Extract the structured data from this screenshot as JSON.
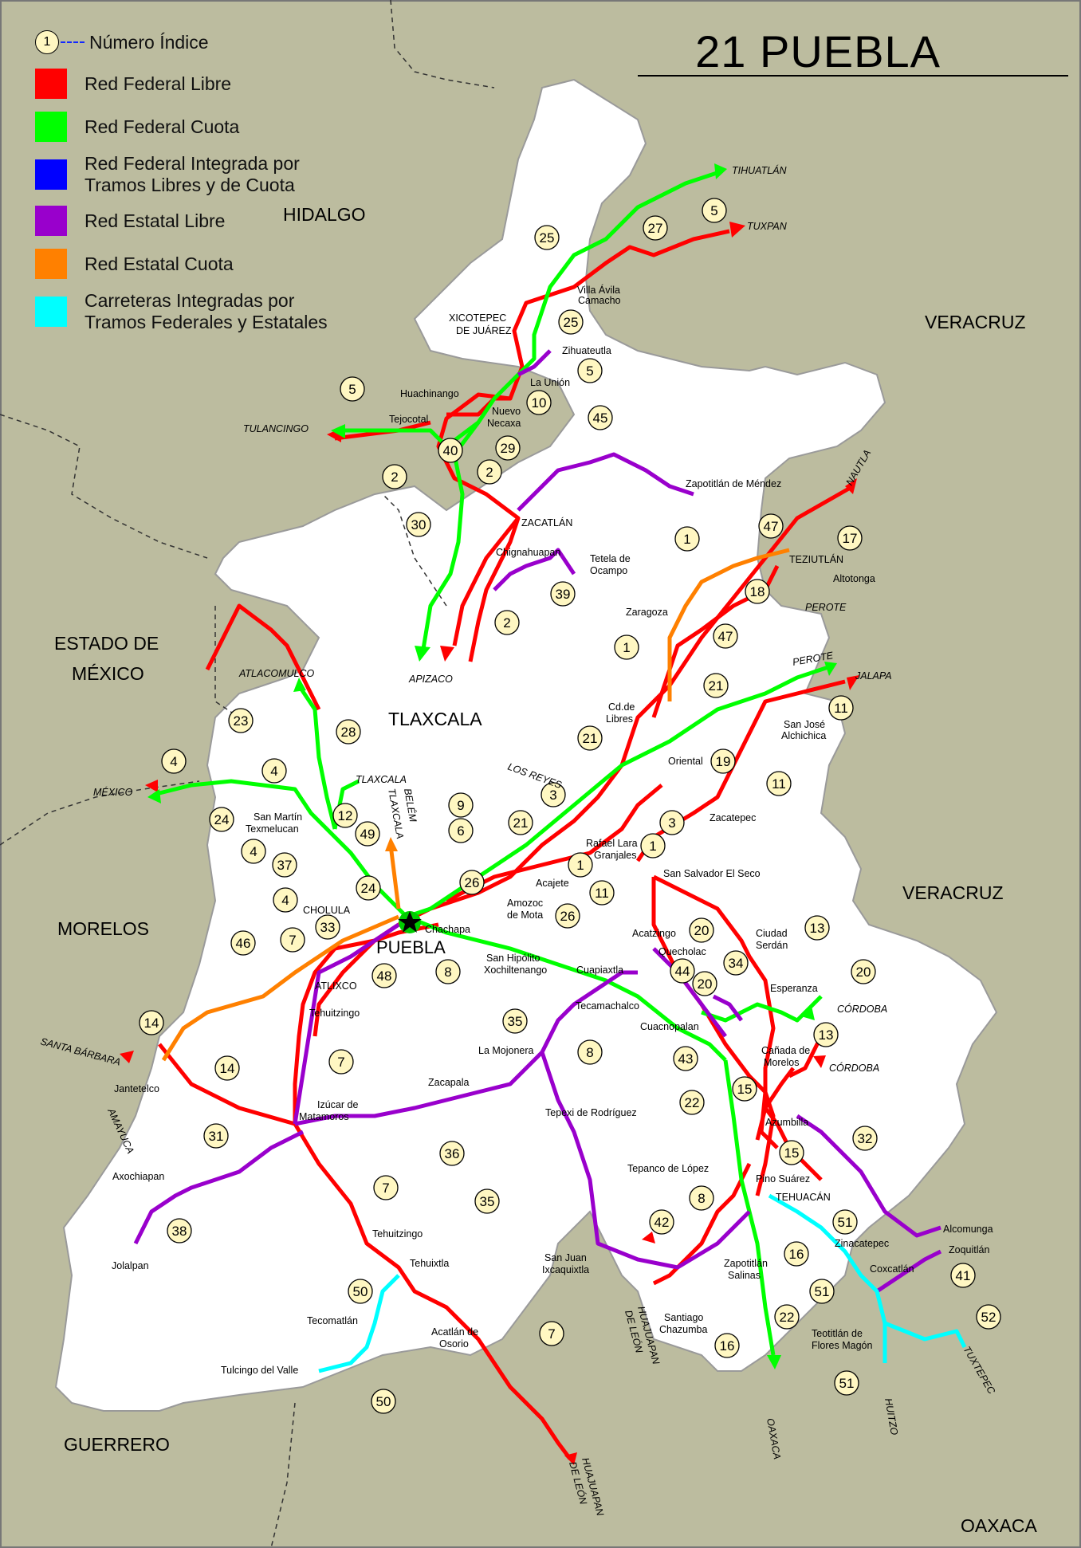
{
  "title": "21 PUEBLA",
  "legend": {
    "index_label": "Número Índice",
    "index_sample": "1",
    "items": [
      {
        "label": "Red Federal Libre",
        "color": "#ff0000"
      },
      {
        "label": "Red Federal Cuota",
        "color": "#00ff00"
      },
      {
        "label": "Red Federal Integrada por Tramos Libres y de Cuota",
        "color": "#0000ff"
      },
      {
        "label": "Red Estatal Libre",
        "color": "#9900cc"
      },
      {
        "label": "Red Estatal Cuota",
        "color": "#ff8000"
      },
      {
        "label": "Carreteras Integradas por Tramos Federales y Estatales",
        "color": "#00ffff"
      }
    ]
  },
  "neighbors": [
    "HIDALGO",
    "VERACRUZ",
    "VERACRUZ",
    "ESTADO DE MÉXICO",
    "TLAXCALA",
    "MORELOS",
    "GUERRERO",
    "OAXACA"
  ],
  "capital": "PUEBLA",
  "cities": [
    "XICOTEPEC DE JUÁREZ",
    "Villa Ávila Camacho",
    "Zihuateutla",
    "La Unión",
    "Huachinango",
    "Nuevo Necaxa",
    "Tejocotal",
    "ZACATLÁN",
    "Chignahuapan",
    "Tetela de Ocampo",
    "Zapotitlán de Méndez",
    "TEZIUTLÁN",
    "Altotonga",
    "Zaragoza",
    "Cd.de Libres",
    "San José Alchichica",
    "Oriental",
    "Zacatepec",
    "Rafael Lara Granjales",
    "Acajete",
    "San Salvador El Seco",
    "San Martín Texmelucan",
    "CHOLULA",
    "Chachapa",
    "Amozoc de Mota",
    "Acatzingo",
    "Ciudad Serdán",
    "San Hipólito Xochiltenango",
    "Cuapiaxtla",
    "Quecholac",
    "Tecamachalco",
    "Esperanza",
    "Cuacnopalan",
    "Cañada de Morelos",
    "ATLIXCO",
    "Tehuitzingo",
    "La Mojonera",
    "Zacapala",
    "Jantetelco",
    "Izúcar de Matamoros",
    "Tepexi de Rodríguez",
    "Azumbilla",
    "Axochiapan",
    "Jolalpan",
    "Tepanco de López",
    "Pino Suárez",
    "TEHUACÁN",
    "Alcomunga",
    "Zinacatepec",
    "Zoquitlán",
    "Coxcatlán",
    "Tehuitzingo",
    "Tehuixtla",
    "San Juan Ixcaquixtla",
    "Zapotitlán Salinas",
    "Santiago Chazumba",
    "Tecomatlán",
    "Acatlán de Osorio",
    "Tulcingo del Valle",
    "Teotitlán de Flores Magón"
  ],
  "destinations": [
    "TIHUATLÁN",
    "TUXPAN",
    "TULANCINGO",
    "NAUTLA",
    "PEROTE",
    "APIZACO",
    "PEROTE",
    "JALAPA",
    "ATLACOMULCO",
    "TLAXCALA",
    "BELÉM TLAXCALA",
    "LOS REYES",
    "MÉXICO",
    "CÓRDOBA",
    "CÓRDOBA",
    "SANTA BÁRBARA",
    "AMAYUCA",
    "HUAJUAPAN DE LEÓN",
    "OAXACA",
    "HUITZO",
    "TUXTEPEC",
    "HUAJUAPAN DE LEÓN"
  ],
  "index_numbers": [
    "25",
    "27",
    "5",
    "5",
    "25",
    "40",
    "10",
    "5",
    "29",
    "2",
    "2",
    "30",
    "45",
    "2",
    "39",
    "1",
    "47",
    "17",
    "18",
    "1",
    "47",
    "21",
    "11",
    "21",
    "19",
    "11",
    "3",
    "3",
    "1",
    "21",
    "1",
    "23",
    "28",
    "4",
    "4",
    "12",
    "9",
    "6",
    "24",
    "4",
    "37",
    "49",
    "24",
    "26",
    "11",
    "4",
    "33",
    "7",
    "48",
    "8",
    "26",
    "20",
    "13",
    "46",
    "44",
    "34",
    "20",
    "20",
    "14",
    "35",
    "8",
    "43",
    "13",
    "7",
    "15",
    "14",
    "22",
    "15",
    "32",
    "31",
    "36",
    "7",
    "8",
    "38",
    "35",
    "42",
    "16",
    "51",
    "50",
    "7",
    "16",
    "22",
    "51",
    "41",
    "52",
    "50",
    "51"
  ]
}
